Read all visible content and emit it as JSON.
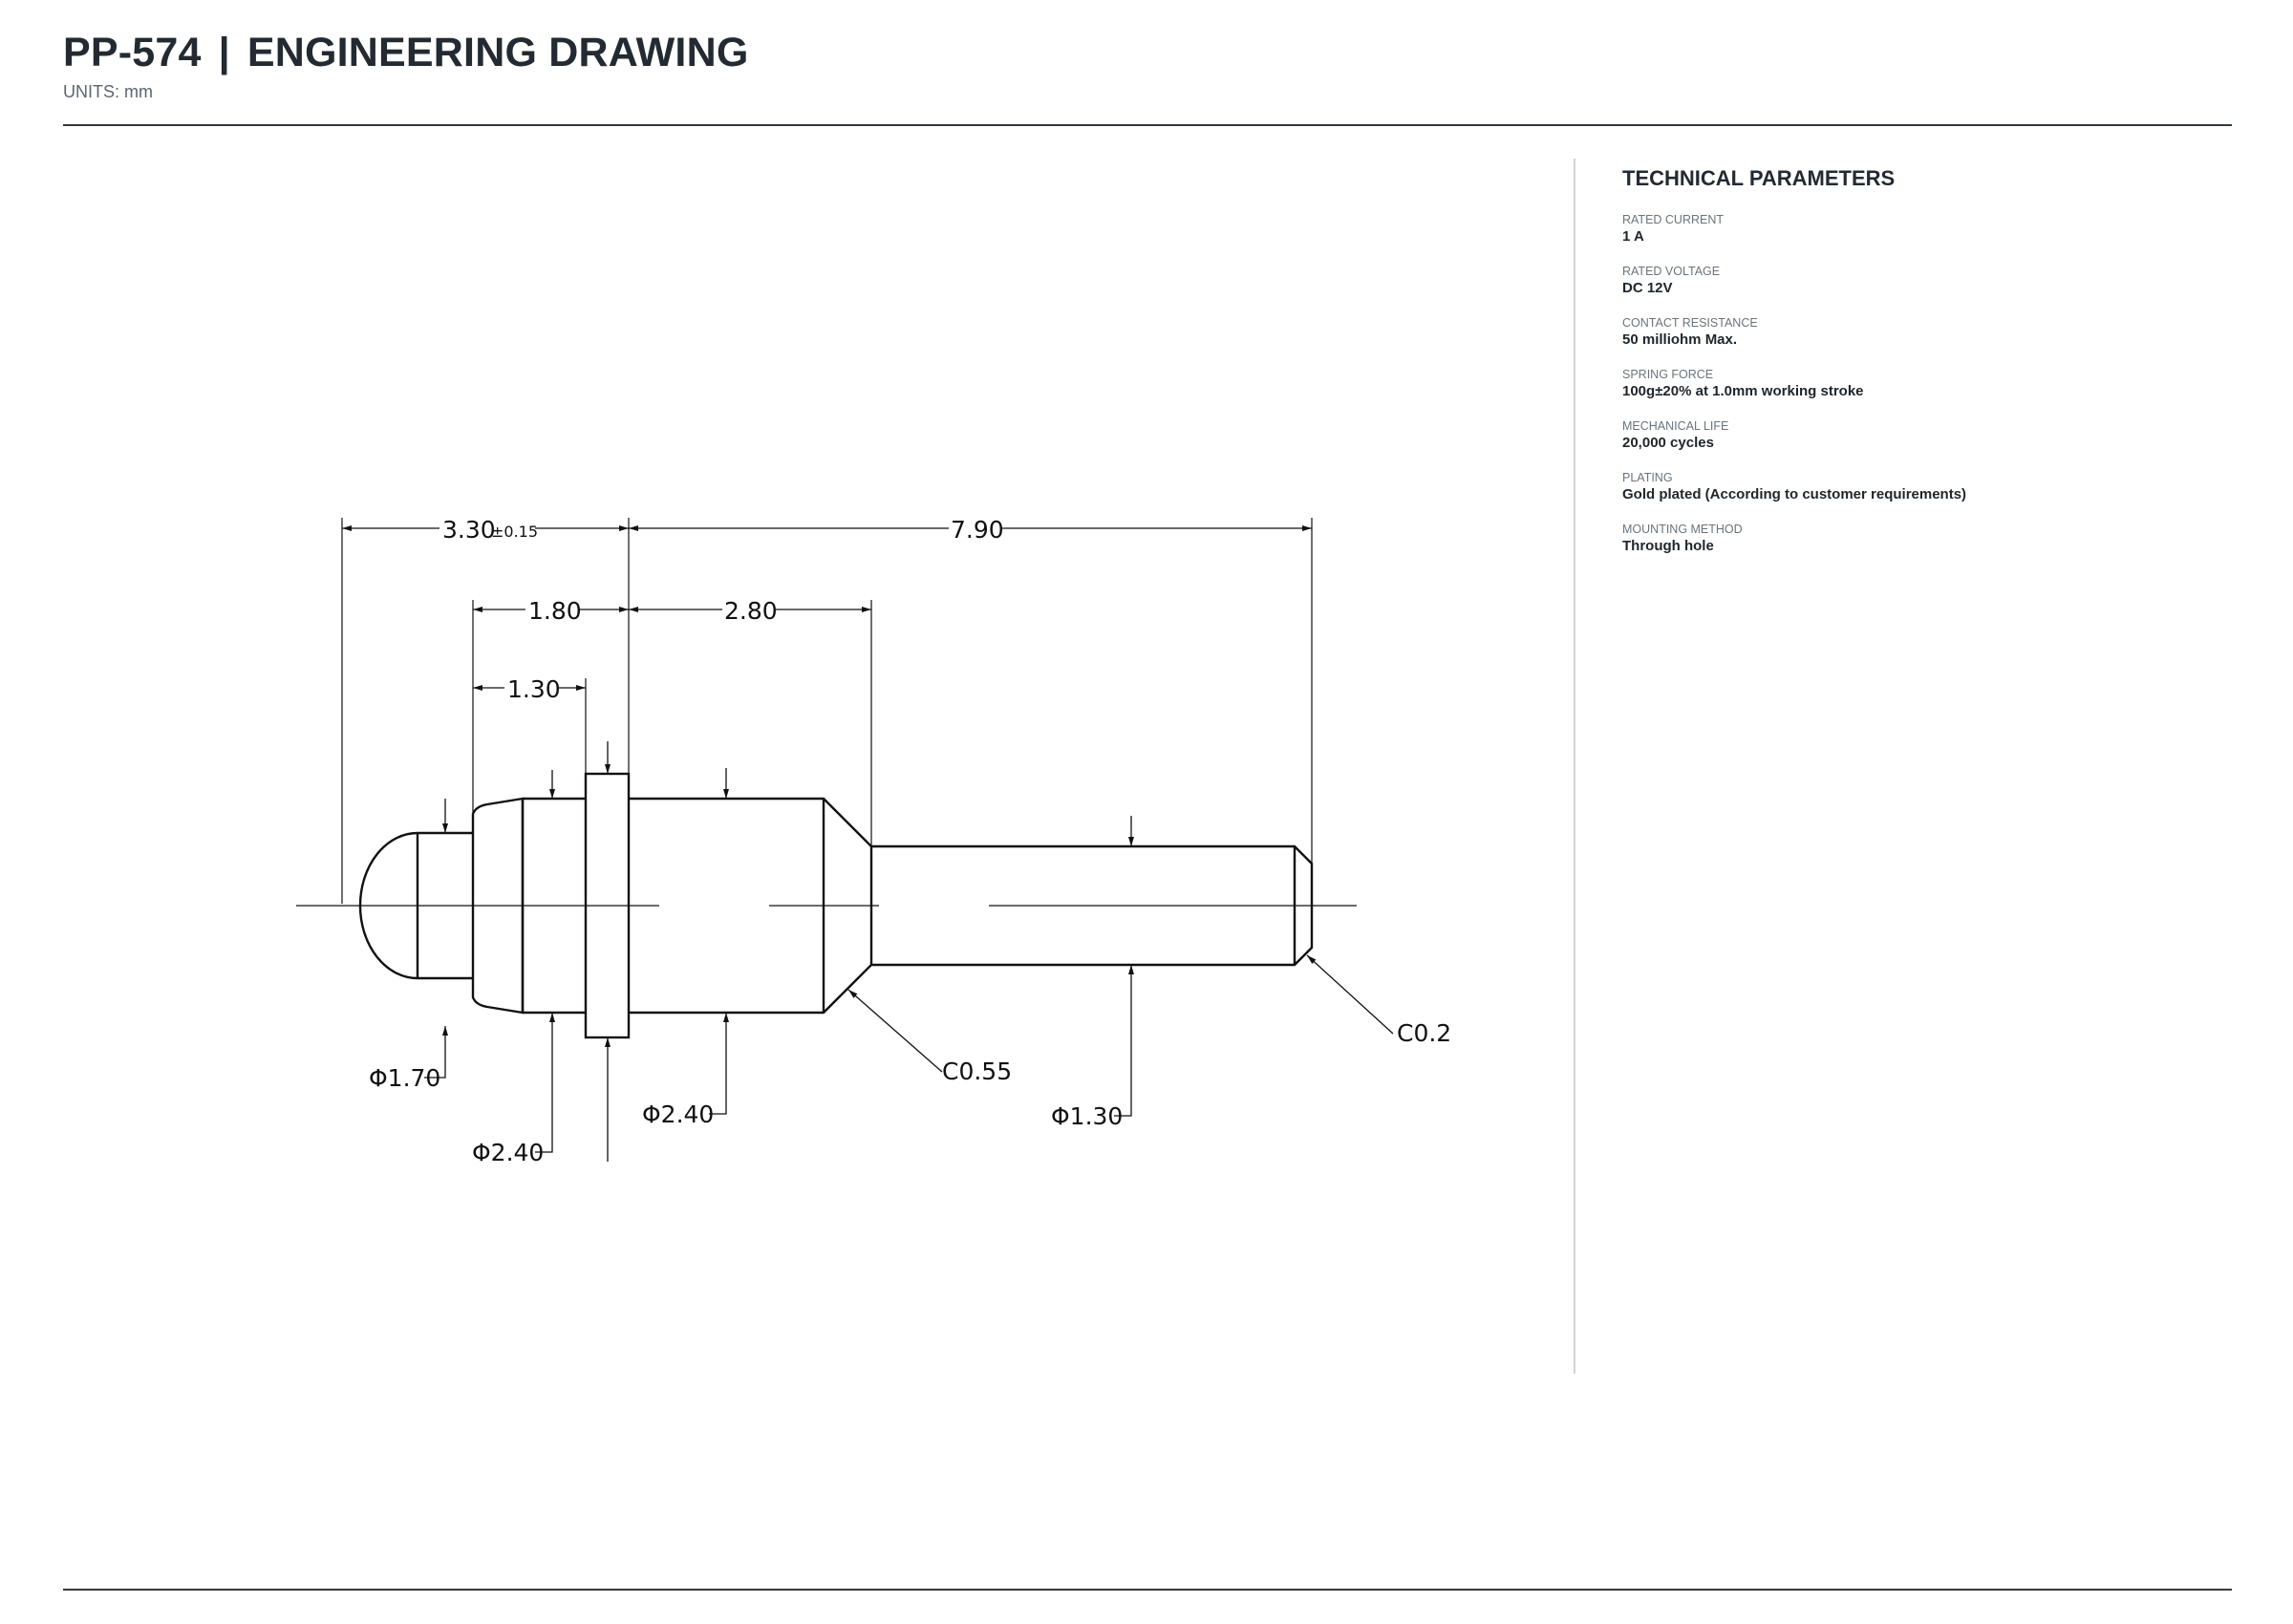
{
  "header": {
    "part_number": "PP-574",
    "separator": "|",
    "title": "ENGINEERING DRAWING",
    "units": "UNITS: mm"
  },
  "parameters": {
    "title": "TECHNICAL PARAMETERS",
    "items": [
      {
        "label": "RATED CURRENT",
        "value": "1 A"
      },
      {
        "label": "RATED VOLTAGE",
        "value": "DC 12V"
      },
      {
        "label": "CONTACT RESISTANCE",
        "value": "50 milliohm Max."
      },
      {
        "label": "SPRING FORCE",
        "value": "100g±20% at 1.0mm working stroke"
      },
      {
        "label": "MECHANICAL LIFE",
        "value": "20,000 cycles"
      },
      {
        "label": "PLATING",
        "value": "Gold plated (According to customer requirements)"
      },
      {
        "label": "MOUNTING METHOD",
        "value": "Through hole"
      }
    ]
  },
  "drawing": {
    "dims": {
      "overall_head": "3.30",
      "overall_head_tol": "±0.15",
      "tail_length": "7.90",
      "collar_to_flange": "1.80",
      "body_length": "2.80",
      "collar_length": "1.30",
      "tip_dia": "Φ1.70",
      "collar_dia": "Φ2.40",
      "body_dia": "Φ2.40",
      "tail_dia": "Φ1.30",
      "chamfer_body": "C0.55",
      "chamfer_tail": "C0.2"
    }
  }
}
